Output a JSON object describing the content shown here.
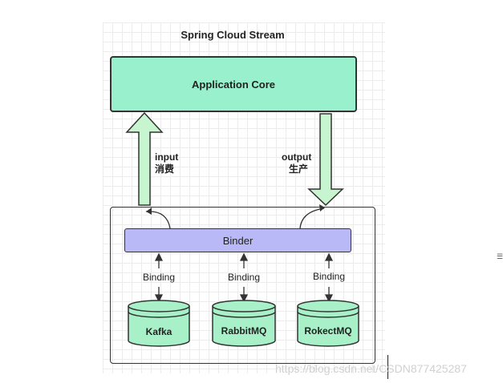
{
  "title": "Spring Cloud Stream",
  "app_core": "Application Core",
  "input_label": "input",
  "input_sub": "消费",
  "output_label": "output",
  "output_sub": "生产",
  "binder": "Binder",
  "bindings": [
    "Binding",
    "Binding",
    "Binding"
  ],
  "brokers": [
    "Kafka",
    "RabbitMQ",
    "RokectMQ"
  ],
  "watermark": "https://blog.csdn.net/CSDN877425287",
  "colors": {
    "app_core": "#98f0cc",
    "arrow": "#c6f5cf",
    "binder": "#b9b9f7",
    "cylinder": "#a8f1c8"
  }
}
